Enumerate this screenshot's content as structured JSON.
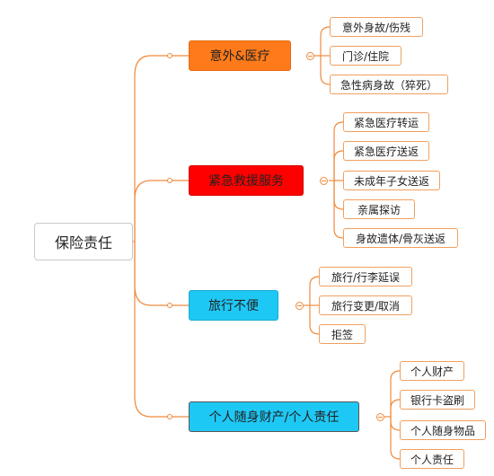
{
  "colors": {
    "line": "#f08a3c"
  },
  "root": {
    "label": "保险责任"
  },
  "branches": [
    {
      "label": "意外&医疗",
      "leaves": [
        "意外身故/伤残",
        "门诊/住院",
        "急性病身故（猝死）"
      ]
    },
    {
      "label": "紧急救援服务",
      "leaves": [
        "紧急医疗转运",
        "紧急医疗送返",
        "未成年子女送返",
        "亲属探访",
        "身故遗体/骨灰送返"
      ]
    },
    {
      "label": "旅行不便",
      "leaves": [
        "旅行/行李延误",
        "旅行变更/取消",
        "拒签"
      ]
    },
    {
      "label": "个人随身财产/个人责任",
      "leaves": [
        "个人财产",
        "银行卡盗刷",
        "个人随身物品",
        "个人责任"
      ]
    }
  ]
}
